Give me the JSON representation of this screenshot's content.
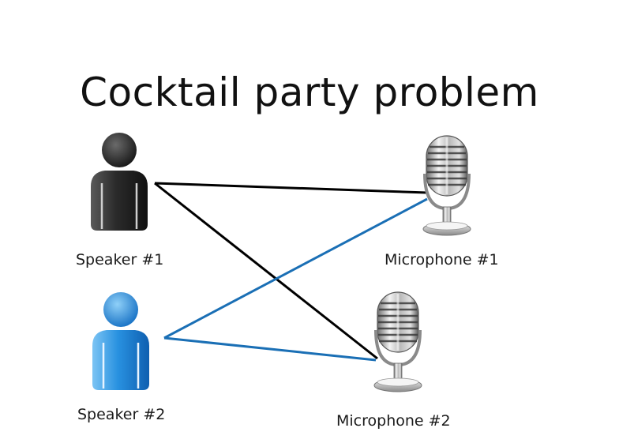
{
  "title": "Cocktail party problem",
  "labels": {
    "speaker1": "Speaker #1",
    "speaker2": "Speaker #2",
    "microphone1": "Microphone #1",
    "microphone2": "Microphone #2"
  },
  "icons": {
    "speaker1": "person-icon",
    "speaker2": "person-icon",
    "microphone1": "microphone-icon",
    "microphone2": "microphone-icon"
  },
  "colors": {
    "speaker1": "#1e1e1e",
    "speaker2": "#1f86d6",
    "link_speaker1": "#000000",
    "link_speaker2": "#1a6fb5"
  }
}
